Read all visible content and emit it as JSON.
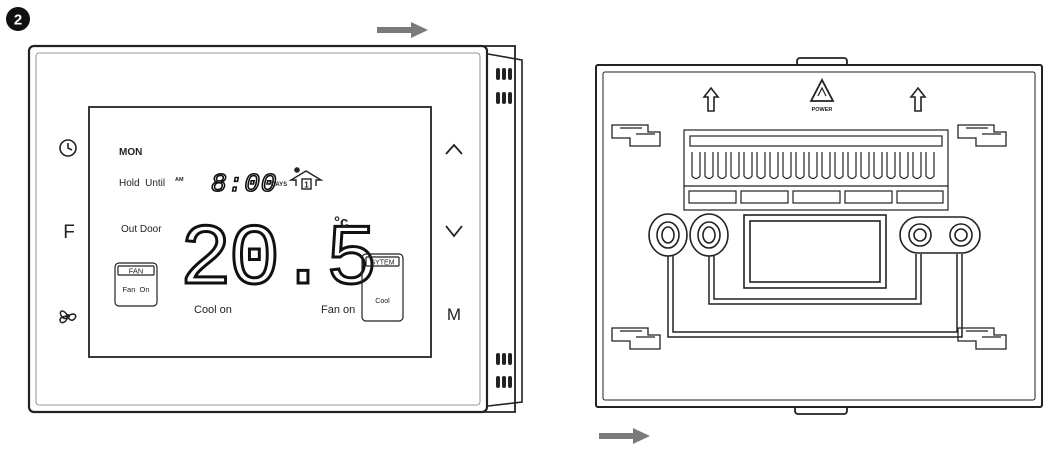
{
  "step": {
    "number": "2"
  },
  "front": {
    "side_buttons": {
      "clock_icon": "clock-icon",
      "f_label": "F",
      "fan_icon": "fan-icon",
      "up_icon": "chevron-up-icon",
      "down_icon": "chevron-down-icon",
      "m_label": "M"
    },
    "display": {
      "day": "MON",
      "hold_until": "Hold  Until",
      "am": "AM",
      "time": "8:00",
      "days": "DAYS",
      "home_day": "1",
      "out_door": "Out Door",
      "temperature": "20.5",
      "unit": "°c",
      "fan_box_title": "FAN",
      "fan_box_value": "Fan  On",
      "cool_on": "Cool on",
      "fan_on": "Fan on",
      "system_box_title": "SYTEM",
      "system_box_value": "Cool"
    }
  },
  "back": {
    "power_label": "POWER",
    "up_arrow_icon": "up-arrow-icon",
    "recycle_icon": "triangle-warning-icon"
  },
  "colors": {
    "line": "#222222",
    "screen_fill": "#ffffff",
    "arrow": "#7a7a7a"
  }
}
